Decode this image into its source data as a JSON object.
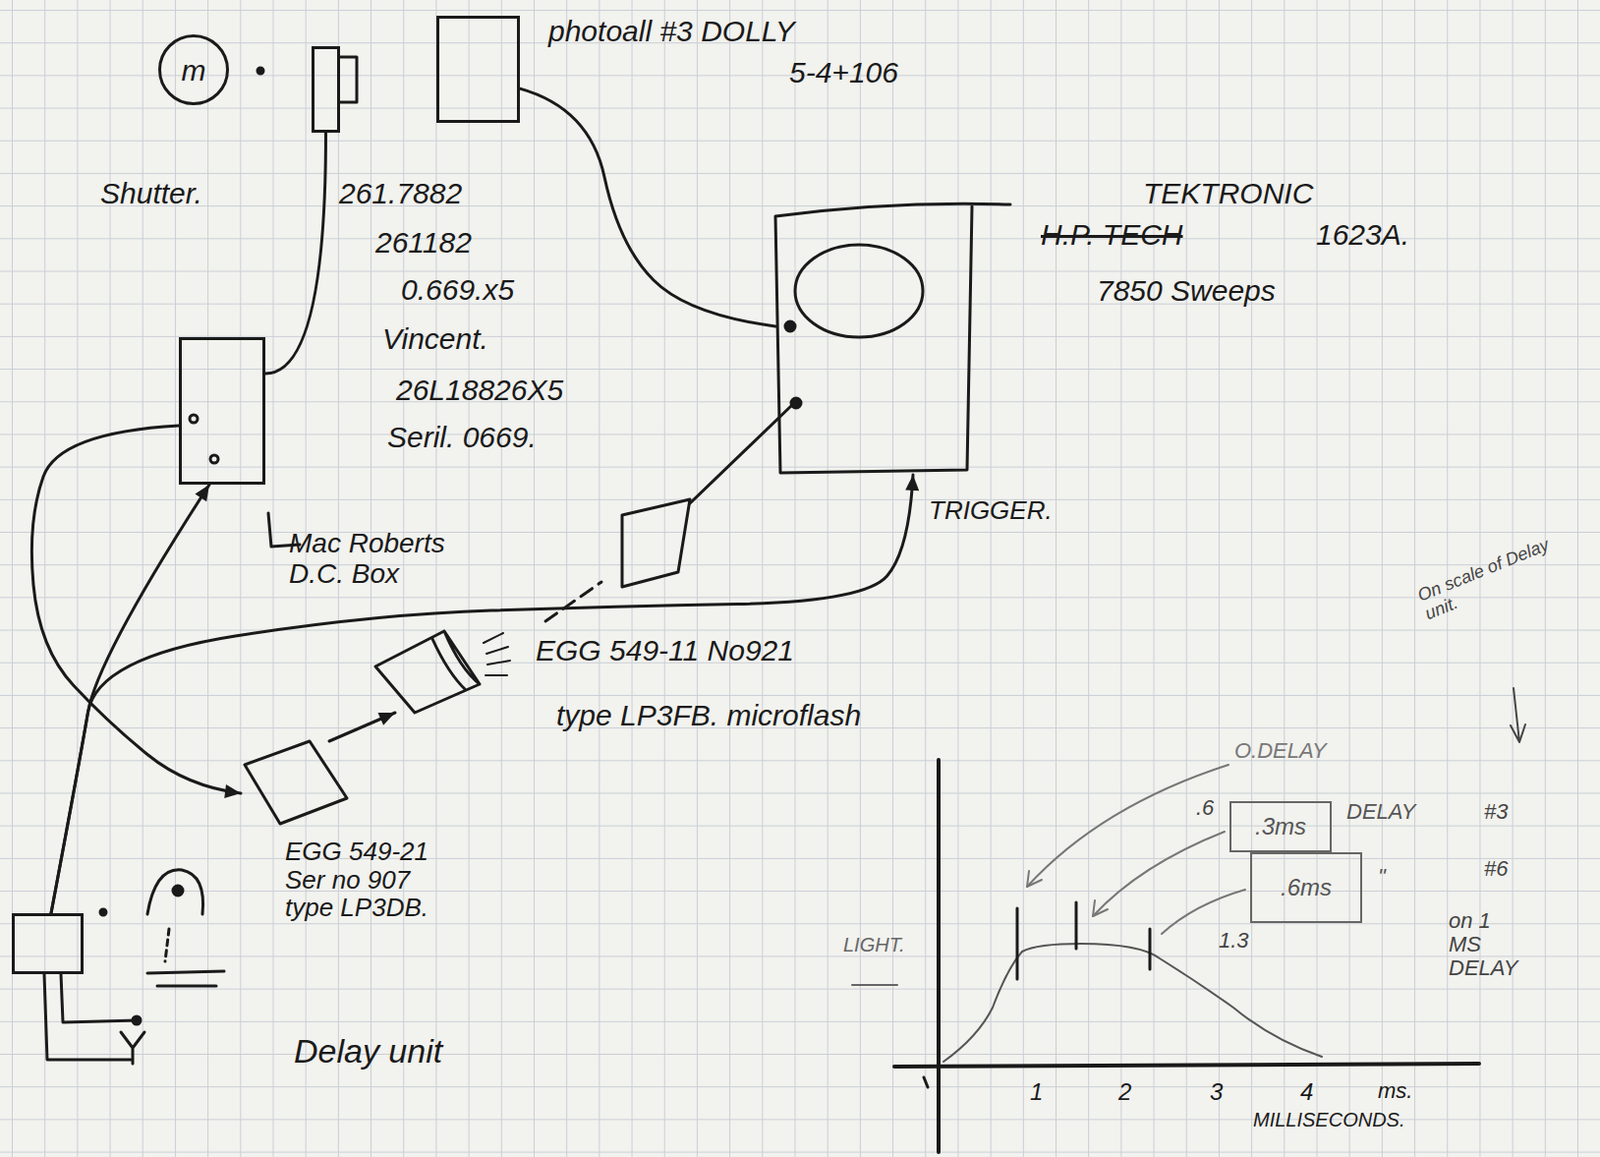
{
  "diagram": {
    "nodes": [
      {
        "text": [
          "m"
        ]
      },
      {
        "text": [
          "Shutter."
        ]
      },
      {
        "text": [
          "photoall #3 DOLLY",
          "5-4+106"
        ]
      },
      {
        "text": [
          "TEKTRONIC",
          "H.P. TECH",
          "1623A.",
          "7850 Sweeps"
        ]
      },
      {
        "text": [
          "Mac Roberts D.C. Box"
        ]
      },
      {
        "text": [
          "EGG 549-11 No921",
          "type LP3FB. microflash"
        ]
      },
      {
        "text": [
          "EGG 549-21 Ser no 907 type LP3DB."
        ]
      },
      {
        "text": [
          "Delay unit"
        ]
      },
      {
        "text": [
          ".3ms"
        ]
      },
      {
        "text": [
          ".6ms"
        ]
      }
    ],
    "edges": [
      {
        "from": 1,
        "to": 4,
        "arrow": "none"
      },
      {
        "from": 2,
        "to": 3,
        "arrow": "none"
      },
      {
        "from": 7,
        "to": 4,
        "arrow": "to"
      },
      {
        "from": 7,
        "to": 3,
        "arrow": "to",
        "label": "TRIGGER."
      },
      {
        "from": 4,
        "to": 6,
        "arrow": "to"
      },
      {
        "from": 6,
        "to": 5,
        "arrow": "to"
      }
    ],
    "labels": [
      "261.7882",
      "261182",
      "0.669.x5",
      "Vincent.",
      "26L18826X5",
      "Seril. 0669.",
      "O.DELAY",
      ".6",
      "DELAY",
      "#3",
      "1.3",
      "\"",
      "#6",
      "on 1 MS DELAY",
      "On scale of Delay unit.",
      "LIGHT.",
      "1",
      "2",
      "3",
      "4",
      "ms.",
      "MILLISECONDS."
    ]
  }
}
